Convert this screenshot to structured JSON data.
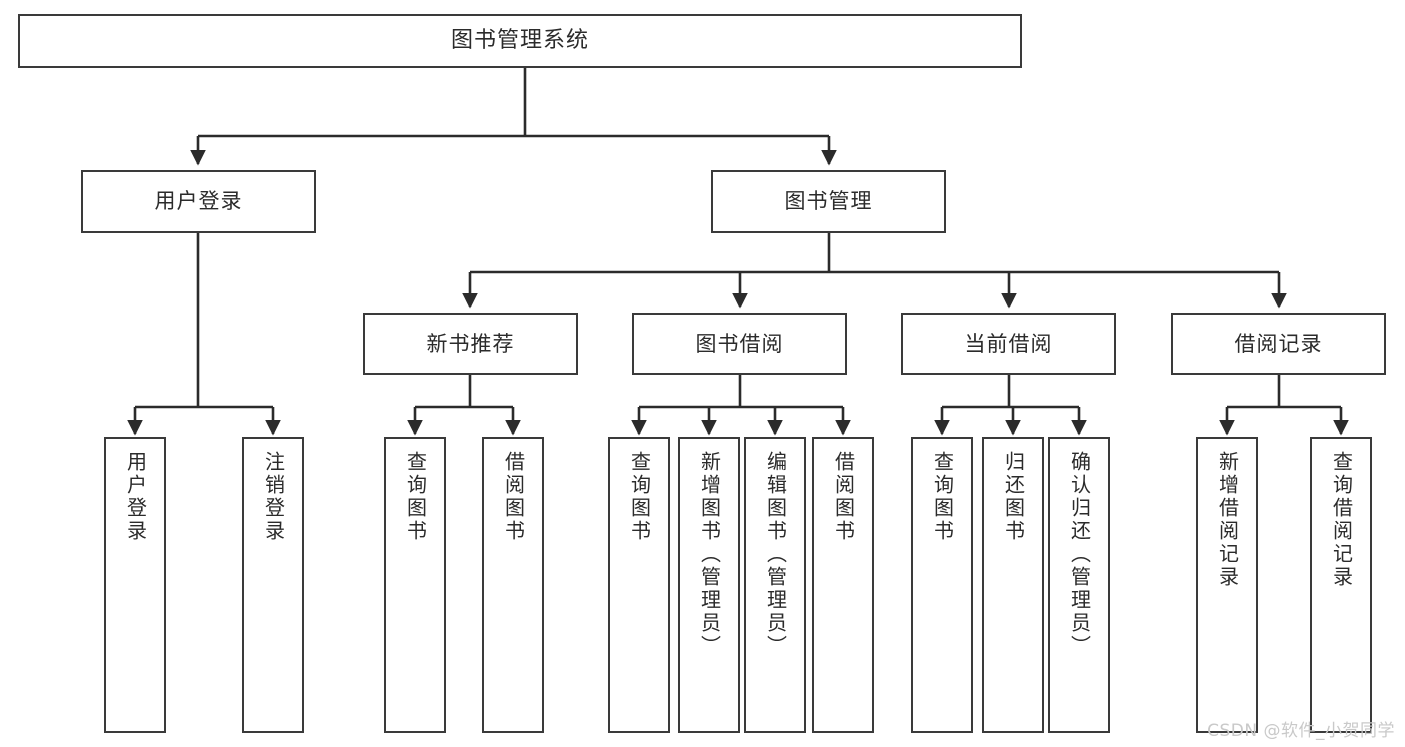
{
  "diagram": {
    "type": "tree",
    "title": "图书管理系统",
    "watermark": "CSDN @软件_小贺同学",
    "colors": {
      "box_border": "#3a3a3a",
      "box_fill": "#ffffff",
      "edge": "#2b2b2b",
      "text": "#2b2b2b",
      "watermark": "#c9c9c9"
    },
    "levels": {
      "root": {
        "label": "图书管理系统"
      },
      "level2": [
        {
          "label": "用户登录"
        },
        {
          "label": "图书管理"
        }
      ],
      "level3": [
        {
          "label": "新书推荐"
        },
        {
          "label": "图书借阅"
        },
        {
          "label": "当前借阅"
        },
        {
          "label": "借阅记录"
        }
      ],
      "leaves": {
        "user_login": [
          {
            "label": "用户登录"
          },
          {
            "label": "注销登录"
          }
        ],
        "new_book_recommend": [
          {
            "label": "查询图书"
          },
          {
            "label": "借阅图书"
          }
        ],
        "book_borrow": [
          {
            "label": "查询图书"
          },
          {
            "label": "新增图书（管理员）"
          },
          {
            "label": "编辑图书（管理员）"
          },
          {
            "label": "借阅图书"
          }
        ],
        "current_borrow": [
          {
            "label": "查询图书"
          },
          {
            "label": "归还图书"
          },
          {
            "label": "确认归还（管理员）"
          }
        ],
        "borrow_record": [
          {
            "label": "新增借阅记录"
          },
          {
            "label": "查询借阅记录"
          }
        ]
      }
    }
  }
}
